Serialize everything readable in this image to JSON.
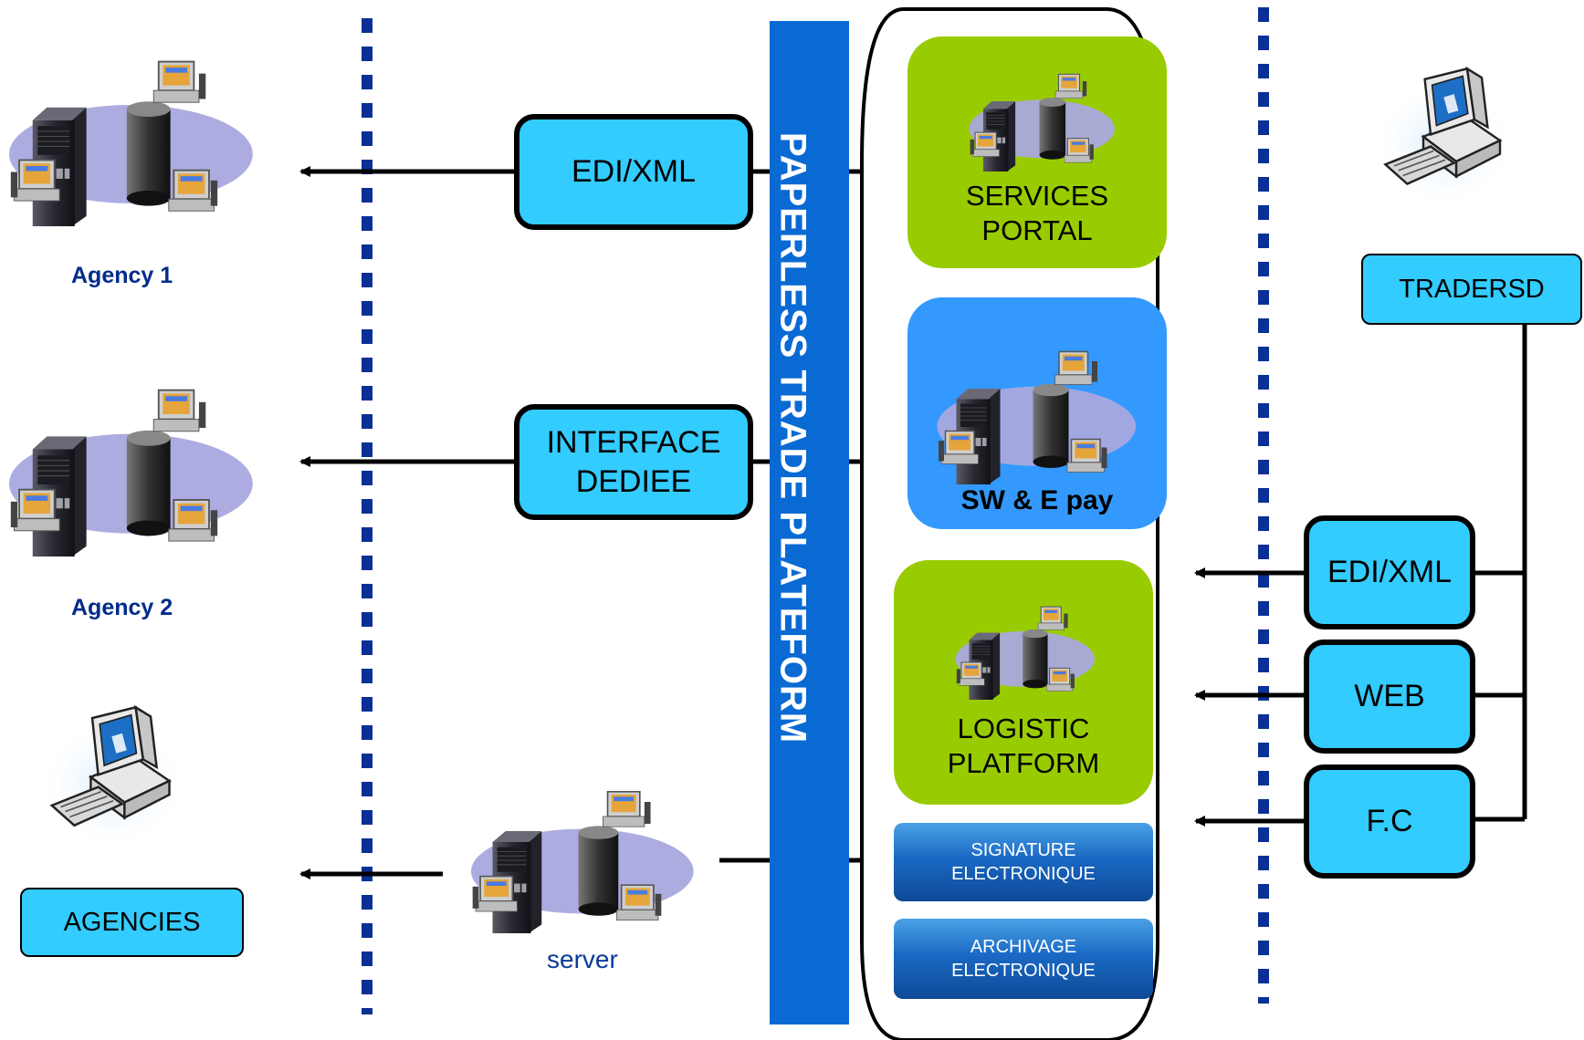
{
  "platform": {
    "title": "PAPERLESS TRADE PLATEFORM"
  },
  "left": {
    "agency1": "Agency 1",
    "agency2": "Agency 2",
    "agencies": "AGENCIES"
  },
  "middle": {
    "edi_xml": "EDI/XML",
    "interface_line1": "INTERFACE",
    "interface_line2": "DEDIEE",
    "server": "server"
  },
  "services": {
    "portal_line1": "SERVICES",
    "portal_line2": "PORTAL",
    "sw_epay": "SW & E pay",
    "logistic_line1": "LOGISTIC",
    "logistic_line2": "PLATFORM",
    "signature_line1": "SIGNATURE",
    "signature_line2": "ELECTRONIQUE",
    "archivage_line1": "ARCHIVAGE",
    "archivage_line2": "ELECTRONIQUE"
  },
  "right": {
    "traders": "TRADERSD",
    "edi_xml": "EDI/XML",
    "web": "WEB",
    "fc": "F.C"
  },
  "colors": {
    "platform_bar": "#0a6ad4",
    "cyan": "#33ccff",
    "green": "#99cc00",
    "service_blue": "#3399ff",
    "dotted_line": "#0a2f96",
    "navy_text": "#002c8b"
  },
  "icons": [
    "server-cluster-icon",
    "workstation-icon"
  ]
}
